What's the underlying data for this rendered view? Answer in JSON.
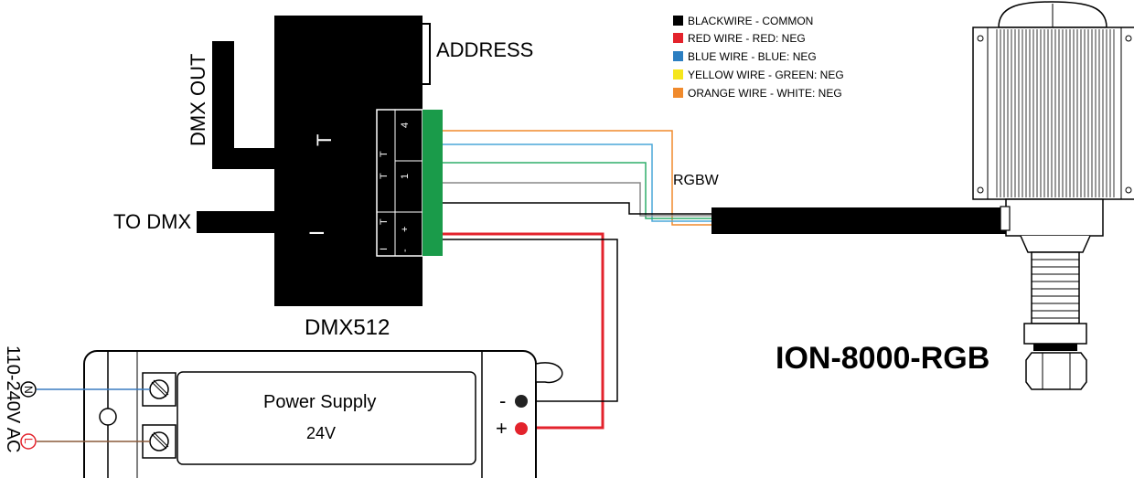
{
  "labels": {
    "address": "ADDRESS",
    "dmx_out": "DMX OUT",
    "to_dmx": "TO DMX",
    "controller_name": "DMX512",
    "rgbw": "RGBW",
    "fixture_name": "ION-8000-RGB",
    "power_supply": "Power Supply",
    "voltage": "24V",
    "mains": "110-240V  AC",
    "neutral_symbol": "N",
    "line_symbol": "L",
    "minus": "-",
    "plus": "+"
  },
  "terminal_marks": {
    "t1": "T",
    "t2": "T",
    "t3": "T",
    "n4": "4",
    "n1": "1",
    "plus": "+",
    "minus": "-",
    "i1": "I"
  },
  "legend": [
    {
      "label": "BLACKWIRE - COMMON",
      "color": "#000000"
    },
    {
      "label": "RED WIRE - RED: NEG",
      "color": "#e3232c"
    },
    {
      "label": "BLUE WIRE - BLUE: NEG",
      "color": "#2b7ec1"
    },
    {
      "label": "YELLOW WIRE - GREEN: NEG",
      "color": "#f5e61c"
    },
    {
      "label": "ORANGE WIRE - WHITE: NEG",
      "color": "#f08a2c"
    }
  ],
  "colors": {
    "terminal_green": "#1a9b4a",
    "red_wire": "#e3232c",
    "blue_wire": "#4aa7d8",
    "green_wire": "#2fae6a",
    "orange_wire": "#f08a2c",
    "neutral_wire": "#3a7cc0",
    "line_wire": "#8a5a3a"
  }
}
